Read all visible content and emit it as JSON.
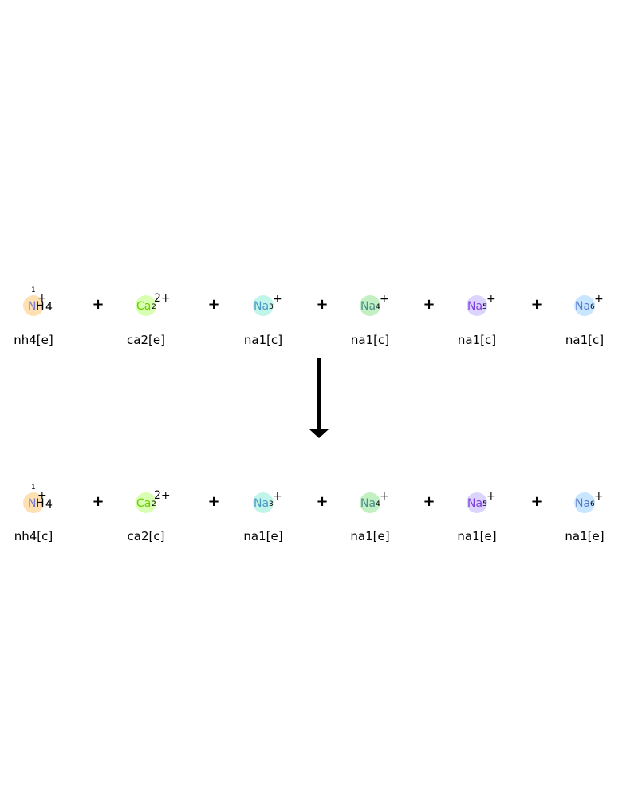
{
  "reactants": [
    {
      "symbol": "N",
      "symbol_rest": "H",
      "subscript": "4",
      "charge": "+",
      "index": "1",
      "label": "nh4[e]",
      "color": "#ffe0b3",
      "text_color": "#7a7acc"
    },
    {
      "symbol": "Ca",
      "symbol_rest": "",
      "subscript": "",
      "charge": "2+",
      "index": "2",
      "label": "ca2[e]",
      "color": "#d9ffb3",
      "text_color": "#66cc00"
    },
    {
      "symbol": "Na",
      "symbol_rest": "",
      "subscript": "",
      "charge": "+",
      "index": "3",
      "label": "na1[c]",
      "color": "#c2f5ea",
      "text_color": "#4d99cc"
    },
    {
      "symbol": "Na",
      "symbol_rest": "",
      "subscript": "",
      "charge": "+",
      "index": "4",
      "label": "na1[c]",
      "color": "#c2f0c2",
      "text_color": "#4d8f8f"
    },
    {
      "symbol": "Na",
      "symbol_rest": "",
      "subscript": "",
      "charge": "+",
      "index": "5",
      "label": "na1[c]",
      "color": "#dcd4ff",
      "text_color": "#8040e0"
    },
    {
      "symbol": "Na",
      "symbol_rest": "",
      "subscript": "",
      "charge": "+",
      "index": "6",
      "label": "na1[c]",
      "color": "#c8e6ff",
      "text_color": "#5a78cc"
    }
  ],
  "products": [
    {
      "symbol": "N",
      "symbol_rest": "H",
      "subscript": "4",
      "charge": "+",
      "index": "1",
      "label": "nh4[c]",
      "color": "#ffe0b3",
      "text_color": "#7a7acc"
    },
    {
      "symbol": "Ca",
      "symbol_rest": "",
      "subscript": "",
      "charge": "2+",
      "index": "2",
      "label": "ca2[c]",
      "color": "#d9ffb3",
      "text_color": "#66cc00"
    },
    {
      "symbol": "Na",
      "symbol_rest": "",
      "subscript": "",
      "charge": "+",
      "index": "3",
      "label": "na1[e]",
      "color": "#c2f5ea",
      "text_color": "#4d99cc"
    },
    {
      "symbol": "Na",
      "symbol_rest": "",
      "subscript": "",
      "charge": "+",
      "index": "4",
      "label": "na1[e]",
      "color": "#c2f0c2",
      "text_color": "#4d8f8f"
    },
    {
      "symbol": "Na",
      "symbol_rest": "",
      "subscript": "",
      "charge": "+",
      "index": "5",
      "label": "na1[e]",
      "color": "#dcd4ff",
      "text_color": "#8040e0"
    },
    {
      "symbol": "Na",
      "symbol_rest": "",
      "subscript": "",
      "charge": "+",
      "index": "6",
      "label": "na1[e]",
      "color": "#c8e6ff",
      "text_color": "#5a78cc"
    }
  ],
  "plus_sign": "+",
  "arrow_color": "#000000"
}
